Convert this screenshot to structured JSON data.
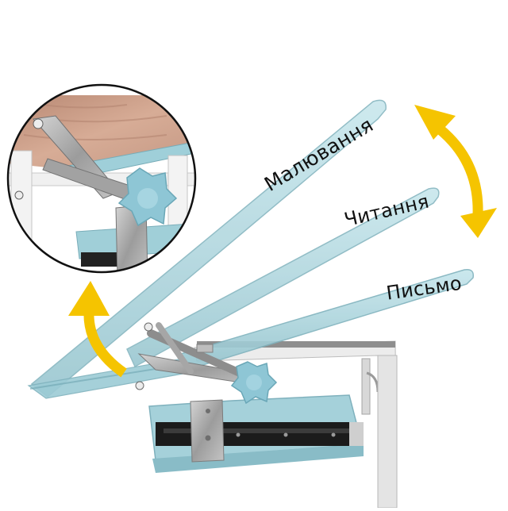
{
  "tilt_positions": [
    {
      "label": "Малювання"
    },
    {
      "label": "Читання"
    },
    {
      "label": "Письмо"
    }
  ],
  "colors": {
    "tabletop": "#a9d3dc",
    "tabletop_edge": "#7fb2bd",
    "arrow": "#f5c400",
    "metal": "#a8a8a8",
    "frame": "#e9e9e9",
    "knob": "#8fc7d6",
    "wood": "#c69a86"
  },
  "icons": {
    "double_arrow": "curved-double-arrow-icon",
    "up_arrow": "curved-up-arrow-icon",
    "knob": "adjustment-knob-icon"
  }
}
